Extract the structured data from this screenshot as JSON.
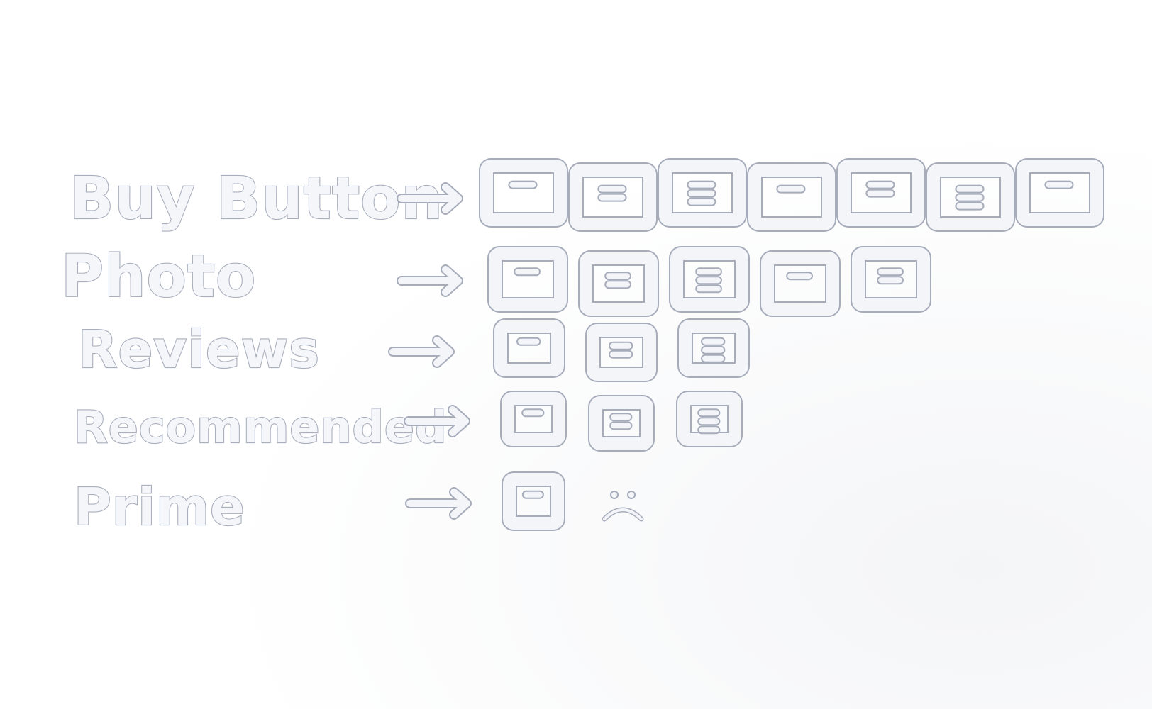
{
  "rows": [
    {
      "label": "Buy Button",
      "mockups": 7,
      "frown": false
    },
    {
      "label": "Photo",
      "mockups": 5,
      "frown": false
    },
    {
      "label": "Reviews",
      "mockups": 3,
      "frown": false
    },
    {
      "label": "Recommended",
      "mockups": 3,
      "frown": false
    },
    {
      "label": "Prime",
      "mockups": 1,
      "frown": true
    }
  ],
  "colors": {
    "ink_outline": "#a6acba",
    "ink_fill": "#f4f5f9",
    "paper": "#ffffff"
  }
}
